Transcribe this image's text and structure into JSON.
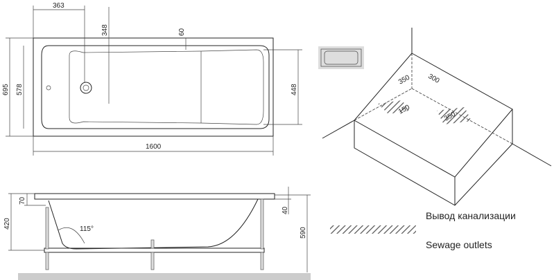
{
  "top_view": {
    "dims": {
      "drain_offset": "363",
      "drain_height": "348",
      "rim": "60",
      "total_width": "695",
      "inner_width": "578",
      "inner_end": "448",
      "length": "1600"
    }
  },
  "isometric_view": {
    "dims": {
      "a": "350",
      "b": "300",
      "c": "150",
      "d": "350"
    }
  },
  "side_view": {
    "dims": {
      "rim_h": "70",
      "body_h": "420",
      "angle": "115°",
      "rim_edge": "40",
      "total_h": "590"
    }
  },
  "legend": {
    "label_ru": "Вывод канализации",
    "label_en": "Sewage outlets",
    "hatch_color": "#555555"
  }
}
